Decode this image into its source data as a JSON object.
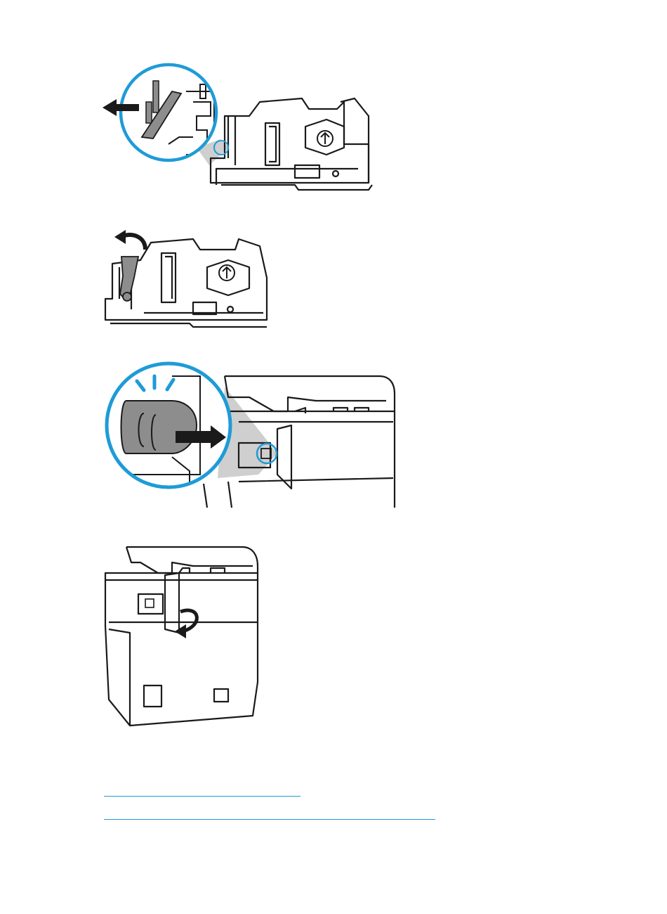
{
  "colors": {
    "line": "#1a1a1a",
    "accent": "#1e9bd7",
    "part_fill": "#8d8d8d",
    "part_dark": "#555555",
    "callout_shade": "#cfcfcf"
  },
  "figures": [
    {
      "name": "figure-remove-roller-part",
      "icons": [
        "pull-left-arrow-icon",
        "up-arrow-icon"
      ]
    },
    {
      "name": "figure-rotate-lever",
      "icons": [
        "rotate-arrow-icon",
        "up-arrow-icon"
      ]
    },
    {
      "name": "figure-insert-part-printer",
      "icons": [
        "push-arrow-icon",
        "click-lines-icon"
      ]
    },
    {
      "name": "figure-close-door-printer",
      "icons": [
        "rotate-arrow-icon"
      ]
    }
  ],
  "links": [
    {
      "text": ""
    },
    {
      "text": ""
    }
  ]
}
